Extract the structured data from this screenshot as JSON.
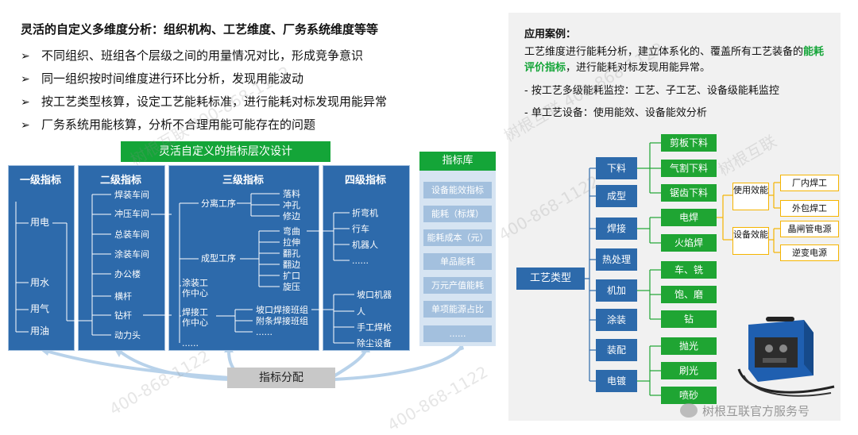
{
  "left": {
    "title": "灵活的自定义多维度分析：组织机构、工艺维度、厂务系统维度等等",
    "bullets": [
      "不同组织、班组各个层级之间的用量情况对比，形成竞争意识",
      "同一组织按时间维度进行环比分析，发现用能波动",
      "按工艺类型核算，设定工艺能耗标准，进行能耗对标发现用能异常",
      "厂务系统用能核算，分析不合理用能可能存在的问题"
    ],
    "bullet_marker": "➢"
  },
  "hierarchy": {
    "banner": "灵活自定义的指标层次设计",
    "level1": {
      "header": "一级指标",
      "items": [
        "用电",
        "用水",
        "用气",
        "用油"
      ]
    },
    "level2": {
      "header": "二级指标",
      "items": [
        "焊装车间",
        "冲压车间",
        "总装车间",
        "涂装车间",
        "办公楼",
        "横杆",
        "钻杆",
        "动力头"
      ]
    },
    "level3": {
      "header": "三级指标",
      "groups": [
        "分离工序",
        "成型工序",
        "涂装工作中心",
        "焊接工作中心",
        "......"
      ],
      "sub": [
        "落料",
        "冲孔",
        "修边",
        "弯曲",
        "拉伸",
        "翻孔",
        "翻边",
        "扩口",
        "旋压",
        "坡口焊接班组",
        "附条焊接班组",
        "......"
      ]
    },
    "level4": {
      "header": "四级指标",
      "items": [
        "折弯机",
        "行车",
        "机器人",
        "......",
        "坡口机器",
        "人",
        "手工焊枪",
        "除尘设备"
      ]
    },
    "library": {
      "header": "指标库",
      "items": [
        "设备能效指标",
        "能耗（标煤）",
        "能耗成本（元）",
        "单品能耗",
        "万元产值能耗",
        "单项能源占比",
        "......"
      ]
    },
    "allocation": "指标分配"
  },
  "case": {
    "title": "应用案例：",
    "text_before": "工艺维度进行能耗分析，建立体系化的、覆盖所有工艺装备的",
    "highlight": "能耗评价指标",
    "text_after": "，进行能耗对标发现用能异常。",
    "items": [
      "-    按工艺多级能耗监控：工艺、子工艺、设备级能耗监控",
      "-    单工艺设备：使用能效、设备能效分析"
    ]
  },
  "process_tree": {
    "root": "工艺类型",
    "types": [
      "下料",
      "成型",
      "焊接",
      "热处理",
      "机加",
      "涂装",
      "装配",
      "电镀"
    ],
    "cut_sub": [
      "剪板下料",
      "气割下料",
      "锯齿下料"
    ],
    "weld_sub": [
      "电焊",
      "火焰焊"
    ],
    "machining": [
      "车、铣",
      "饱、磨",
      "钻"
    ],
    "plating": [
      "抛光",
      "刷光",
      "喷砂"
    ],
    "efficiency": [
      "使用效能",
      "设备效能"
    ],
    "weld_loc": [
      "厂内焊工",
      "外包焊工"
    ],
    "power": [
      "晶闸管电源",
      "逆变电源"
    ]
  },
  "footer": {
    "logo_text": "树根互联官方服务号"
  },
  "watermarks": [
    "树根互联 400-868-1122",
    "400-868-1122",
    "树根互联",
    "400-868-1122",
    "树根互联 400-868-1122",
    "400-868-1122"
  ],
  "colors": {
    "blue": "#2d6aab",
    "green": "#14a538",
    "yellow": "#f5b400",
    "library_bg": "#d6e4f2"
  }
}
